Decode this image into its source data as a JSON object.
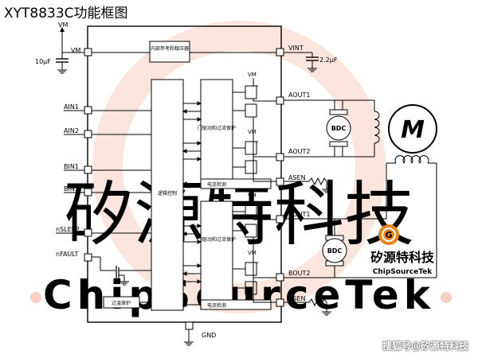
{
  "title": "XYT8833C功能框图",
  "pins": {
    "vm_supply": "VM",
    "vm": "VM",
    "vint": "VINT",
    "ain1": "AIN1",
    "ain2": "AIN2",
    "bin1": "BIN1",
    "bin2": "BIN2",
    "nsleep": "nSLEEP",
    "nfault": "nFAULT",
    "aout1": "AOUT1",
    "aout2": "AOUT2",
    "asen": "ASEN",
    "bout1": "BOUT1",
    "bout2": "BOUT2",
    "bsen": "BSEN",
    "gnd": "GND"
  },
  "components": {
    "cap_vm": "10µF",
    "cap_vint": "2.2µF",
    "bdc_a": "BDC",
    "bdc_b": "BDC",
    "motor_symbol": "M"
  },
  "blocks": {
    "regulator": "内部参考和稳压器",
    "logic": "逻辑控制",
    "gate_driver_a": "门驱动和过流保护",
    "gate_driver_b": "门驱动和过流保护",
    "current_sense_a": "电流检测",
    "current_sense_b": "电流检测",
    "overtemp": "过温保护",
    "mos_vm": [
      "VM",
      "VM",
      "VM",
      "VM"
    ]
  },
  "watermark": {
    "cn": "矽源特科技",
    "en": "ChipSourceTek"
  },
  "logo": {
    "name": "矽源特科技",
    "sub": "ChipSourceTek"
  },
  "footer": "搜狐号@矽源特科技",
  "colors": {
    "watermark": "#f7d6cc",
    "logo_orange": "#e8861a",
    "logo_red": "#d9271c"
  }
}
